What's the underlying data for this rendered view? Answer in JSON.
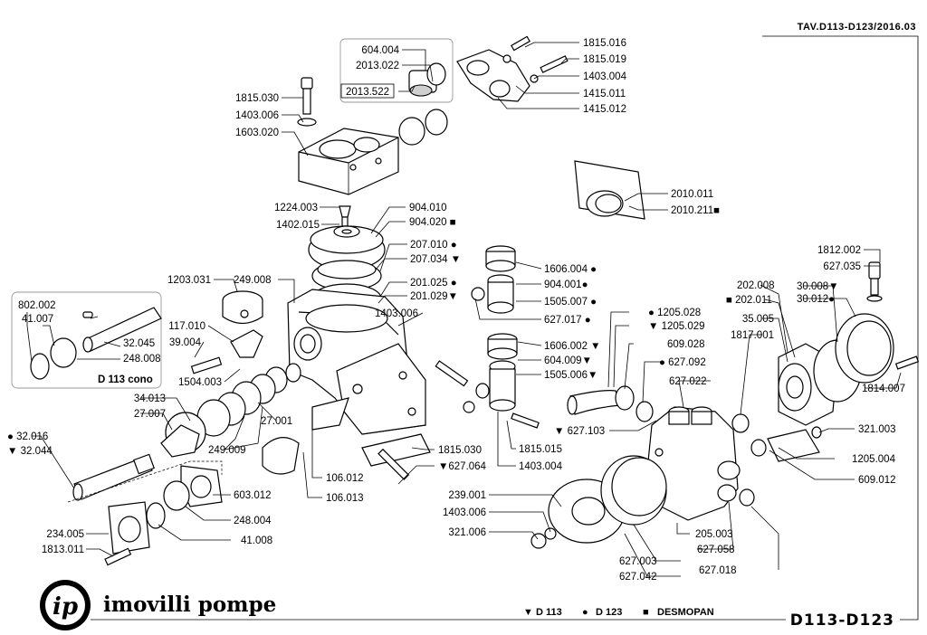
{
  "header_code": "TAV.D113-D123/2016.03",
  "title": "D113-D123",
  "brand": {
    "logo_text": "ip",
    "name": "imovilli pompe"
  },
  "legend": [
    {
      "symbol": "▼",
      "text": "D 113"
    },
    {
      "symbol": "●",
      "text": "D 123"
    },
    {
      "symbol": "■",
      "text": "DESMOPAN"
    }
  ],
  "inset_label": "D 113 cono",
  "labels": [
    "604.004",
    "2013.022",
    "2013.522",
    "1815.016",
    "1815.019",
    "1403.004",
    "1415.011",
    "1415.012",
    "1815.030",
    "1403.006",
    "1603.020",
    "1224.003",
    "1402.015",
    "904.010",
    "904.020 ■",
    "2010.011",
    "2010.211■",
    "207.010 ●",
    "207.034 ▼",
    "201.025 ●",
    "201.029▼",
    "1606.004 ●",
    "904.001●",
    "1505.007 ●",
    "627.017 ●",
    "1812.002",
    "627.035",
    "1203.031",
    "249.008",
    "802.002",
    "41.007",
    "32.045",
    "248.008",
    "117.010",
    "39.004",
    "1504.003",
    "1403.006",
    "● 1205.028",
    "▼ 1205.029",
    "609.028",
    "1606.002 ▼",
    "604.009▼",
    "1505.006▼",
    "● 627.092",
    "627.022",
    "202.008",
    "■ 202.011",
    "30.008▼",
    "30.012●",
    "35.005",
    "1817.001",
    "34.013",
    "27.007",
    "27.001",
    "249.009",
    "● 32.016",
    "▼ 32.044",
    "1815.030",
    "▼627.064",
    "1815.015",
    "1403.004",
    "▼ 627.103",
    "1814.007",
    "321.003",
    "1205.004",
    "609.012",
    "106.012",
    "106.013",
    "603.012",
    "248.004",
    "41.008",
    "234.005",
    "1813.011",
    "239.001",
    "1403.006",
    "321.006",
    "205.003",
    "627.058",
    "627.003",
    "627.042",
    "627.018"
  ]
}
